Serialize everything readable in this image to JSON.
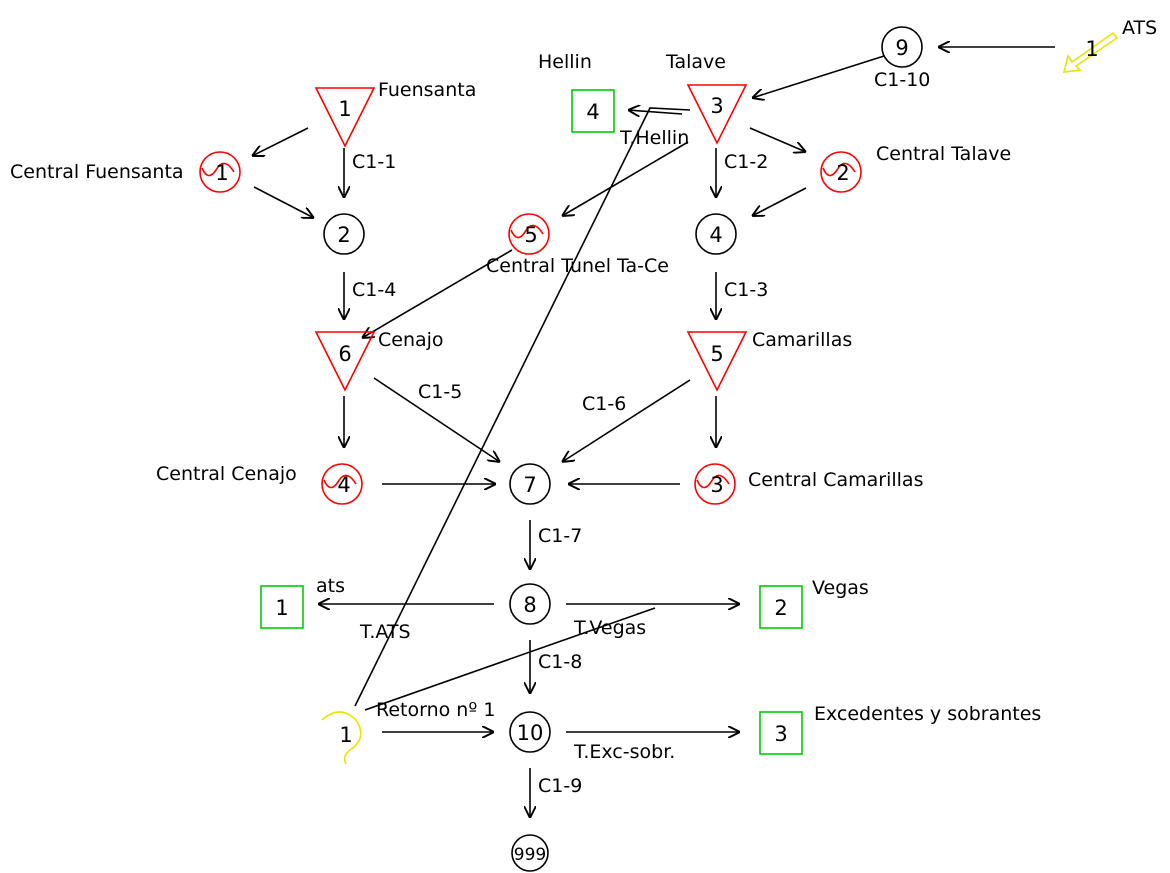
{
  "diagram": {
    "colors": {
      "line": "#000000",
      "reservoir": "#ff0000",
      "plant": "#ff0000",
      "demand": "#00cc00",
      "inflow": "#e6e600"
    },
    "reservoirs": [
      {
        "id": "fuensanta",
        "number": "1",
        "name": "Fuensanta"
      },
      {
        "id": "talave",
        "number": "3",
        "name": "Talave"
      },
      {
        "id": "cenajo",
        "number": "6",
        "name": "Cenajo"
      },
      {
        "id": "camarillas",
        "number": "5",
        "name": "Camarillas"
      }
    ],
    "plants": [
      {
        "id": "fuensanta",
        "number": "1",
        "name": "Central Fuensanta"
      },
      {
        "id": "talave",
        "number": "2",
        "name": "Central Talave"
      },
      {
        "id": "tunel",
        "number": "5",
        "name": "Central Tunel Ta-Ce"
      },
      {
        "id": "cenajo",
        "number": "4",
        "name": "Central Cenajo"
      },
      {
        "id": "camarillas",
        "number": "3",
        "name": "Central Camarillas"
      }
    ],
    "nodes": [
      {
        "id": "n2",
        "number": "2"
      },
      {
        "id": "n4",
        "number": "4"
      },
      {
        "id": "n7",
        "number": "7"
      },
      {
        "id": "n8",
        "number": "8"
      },
      {
        "id": "n9",
        "number": "9"
      },
      {
        "id": "n10",
        "number": "10"
      },
      {
        "id": "n999",
        "number": "999"
      }
    ],
    "demands": [
      {
        "id": "hellin",
        "number": "4",
        "name": "Hellin"
      },
      {
        "id": "ats",
        "number": "1",
        "name": "ats"
      },
      {
        "id": "vegas",
        "number": "2",
        "name": "Vegas"
      },
      {
        "id": "exc",
        "number": "3",
        "name": "Excedentes y sobrantes"
      }
    ],
    "inflows": [
      {
        "id": "ats",
        "number": "1",
        "name": "ATS"
      },
      {
        "id": "retorno",
        "number": "1",
        "name": "Retorno nº 1"
      }
    ],
    "channels": [
      "C1-1",
      "C1-2",
      "C1-3",
      "C1-4",
      "C1-5",
      "C1-6",
      "C1-7",
      "C1-8",
      "C1-9",
      "C1-10"
    ],
    "transfers": [
      "T.Hellin",
      "T.ATS",
      "T.Vegas",
      "T.Exc-sobr."
    ]
  }
}
